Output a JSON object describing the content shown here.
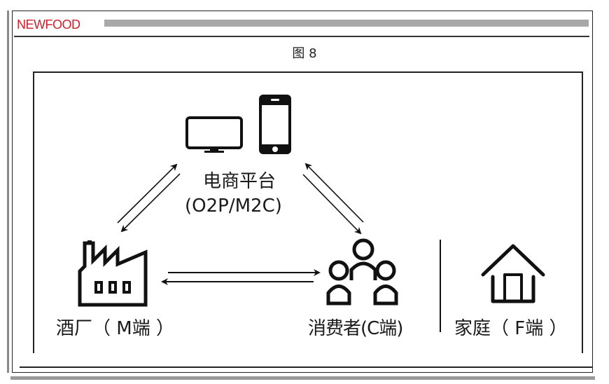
{
  "header": {
    "brand": "NEWFOOD",
    "brand_color": "#d0202a"
  },
  "figure": {
    "title": "图 8"
  },
  "nodes": {
    "platform": {
      "label": "电商平台",
      "sublabel": "(O2P/M2C)",
      "icons": [
        "monitor-icon",
        "smartphone-icon"
      ]
    },
    "winery": {
      "label": "酒厂（ M端 ）",
      "icon": "factory-icon"
    },
    "consumer": {
      "label": "消费者(C端)",
      "icon": "people-group-icon"
    },
    "family": {
      "label": "家庭（ F端 ）",
      "icon": "house-icon"
    }
  },
  "edges": [
    {
      "from": "winery",
      "to": "platform",
      "direction": "bidirectional"
    },
    {
      "from": "platform",
      "to": "consumer",
      "direction": "bidirectional"
    },
    {
      "from": "winery",
      "to": "consumer",
      "direction": "bidirectional"
    }
  ]
}
